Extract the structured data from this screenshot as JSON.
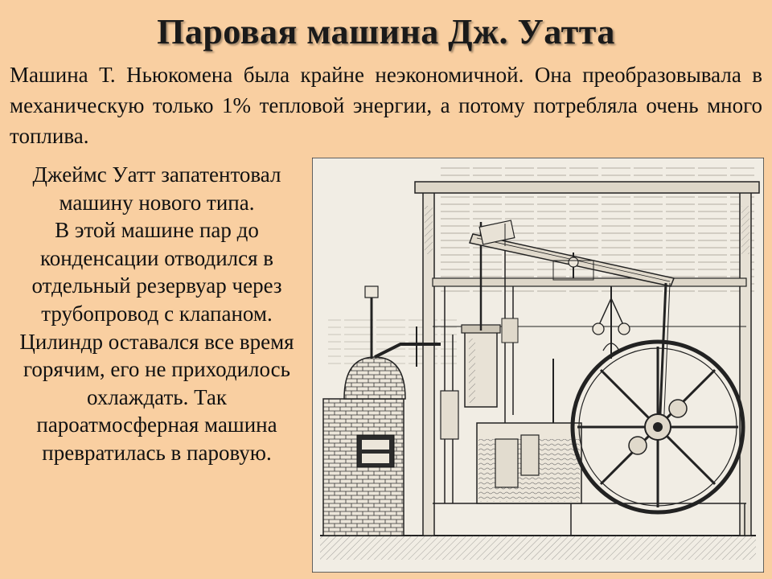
{
  "slide": {
    "title": "Паровая машина Дж. Уатта",
    "intro": "Машина Т. Ньюкомена была крайне неэкономичной. Она преобразовывала в механическую только 1% тепловой энергии, а потому потребляла очень много топлива.",
    "body_paragraphs": [
      "Джеймс Уатт запатентовал машину нового типа.",
      "В этой машине пар до конденсации отводился в отдельный резервуар через трубопровод с клапаном. Цилиндр оставался все время горячим, его не приходилось охлаждать. Так пароатмосферная машина превратилась в паровую."
    ]
  },
  "colors": {
    "background": "#f9cfa1",
    "figure_paper": "#f1ede4",
    "ink": "#222222"
  },
  "figure": {
    "subject": "steam-engine-engraving",
    "icon": "engraving-illustration"
  }
}
